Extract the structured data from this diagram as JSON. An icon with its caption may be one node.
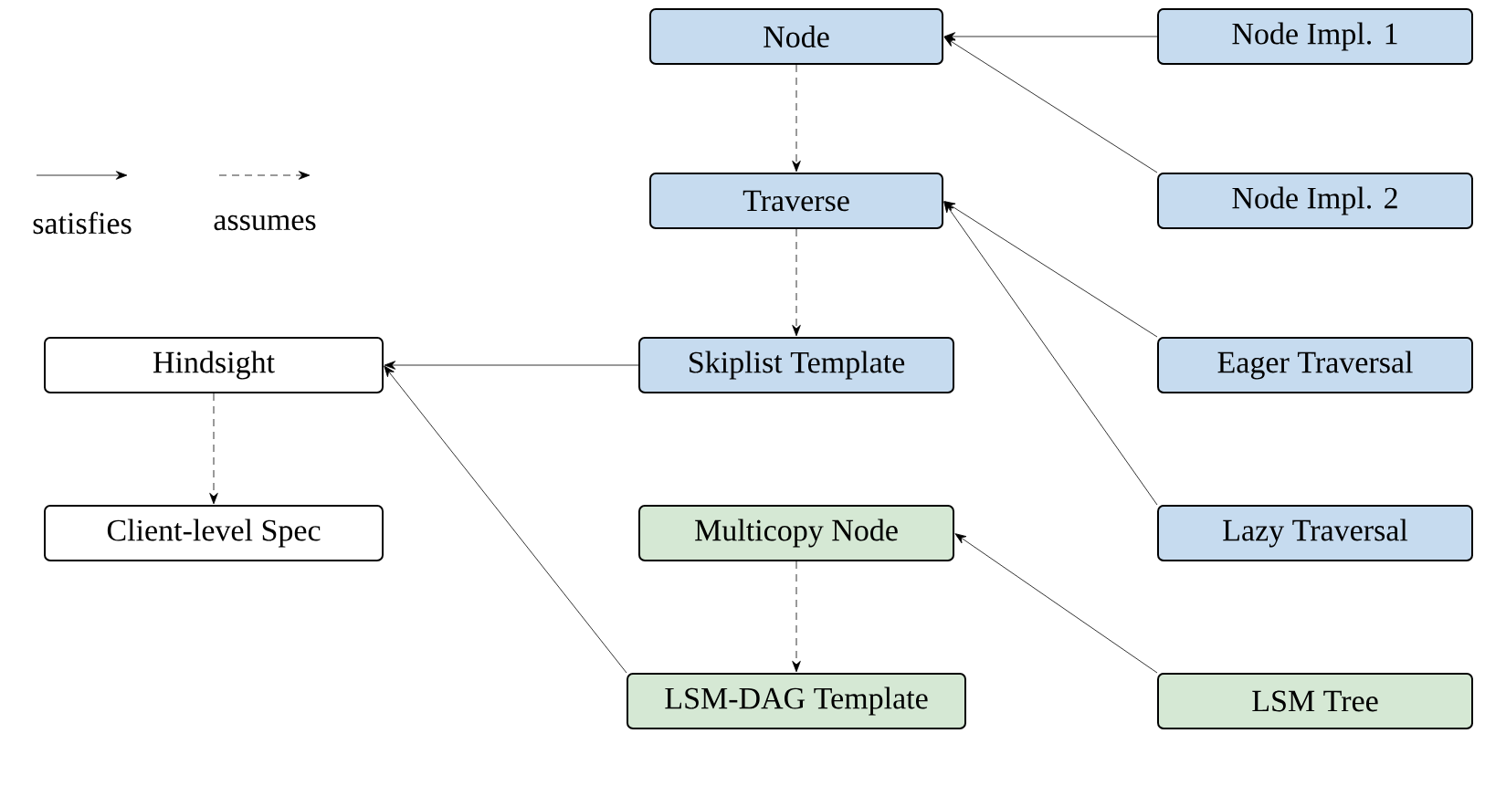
{
  "diagram": {
    "nodes": [
      {
        "text": [
          "Node"
        ]
      },
      {
        "text": [
          "Node Impl. 1"
        ]
      },
      {
        "text": [
          "Traverse"
        ]
      },
      {
        "text": [
          "Node Impl. 2"
        ]
      },
      {
        "text": [
          "Hindsight"
        ]
      },
      {
        "text": [
          "Skiplist Template"
        ]
      },
      {
        "text": [
          "Eager Traversal"
        ]
      },
      {
        "text": [
          "Client-level Spec"
        ]
      },
      {
        "text": [
          "Multicopy Node"
        ]
      },
      {
        "text": [
          "Lazy Traversal"
        ]
      },
      {
        "text": [
          "LSM-DAG Template"
        ]
      },
      {
        "text": [
          "LSM Tree"
        ]
      }
    ],
    "edges": [
      {
        "from": 1,
        "to": 0,
        "arrow": "to"
      },
      {
        "from": 3,
        "to": 0,
        "arrow": "to"
      },
      {
        "from": 0,
        "to": 2,
        "arrow": "to",
        "style": "dashed"
      },
      {
        "from": 6,
        "to": 2,
        "arrow": "to"
      },
      {
        "from": 9,
        "to": 2,
        "arrow": "to"
      },
      {
        "from": 2,
        "to": 5,
        "arrow": "to",
        "style": "dashed"
      },
      {
        "from": 5,
        "to": 4,
        "arrow": "to"
      },
      {
        "from": 10,
        "to": 4,
        "arrow": "to"
      },
      {
        "from": 4,
        "to": 7,
        "arrow": "to",
        "style": "dashed"
      },
      {
        "from": 11,
        "to": 8,
        "arrow": "to"
      },
      {
        "from": 8,
        "to": 10,
        "arrow": "to",
        "style": "dashed"
      }
    ],
    "legend": [
      {
        "text": "satisfies"
      },
      {
        "text": "assumes"
      }
    ]
  }
}
